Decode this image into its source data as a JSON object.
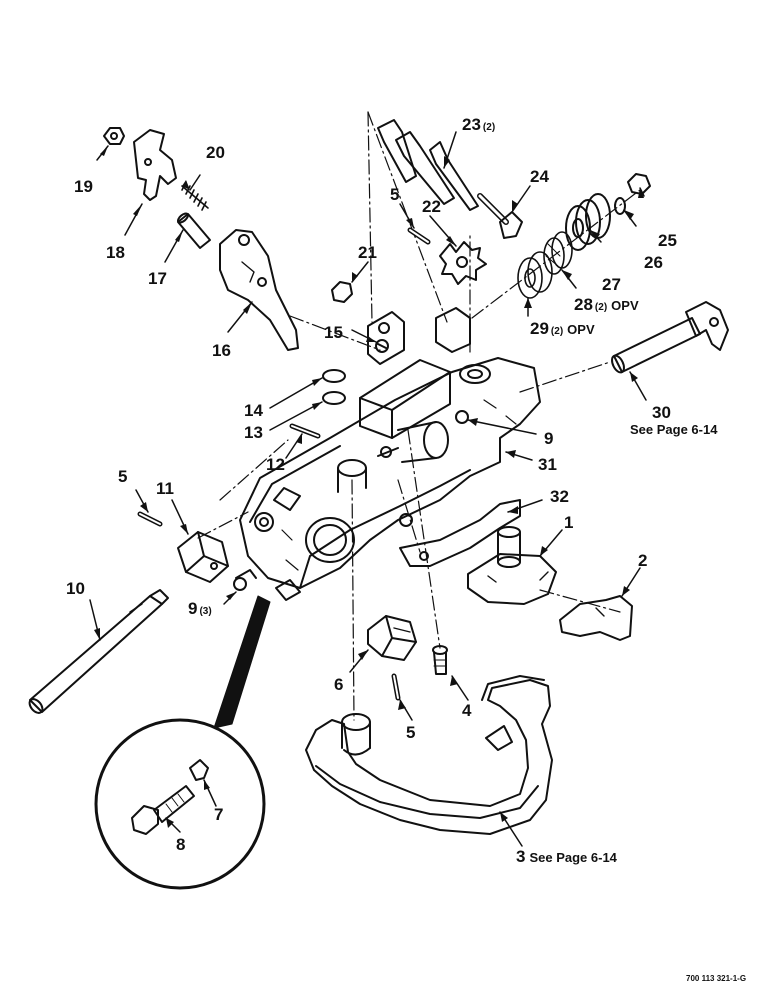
{
  "callouts": [
    {
      "id": "c19",
      "num": "19",
      "qty": "",
      "note": ""
    },
    {
      "id": "c18",
      "num": "18",
      "qty": "",
      "note": ""
    },
    {
      "id": "c20",
      "num": "20",
      "qty": "",
      "note": ""
    },
    {
      "id": "c17",
      "num": "17",
      "qty": "",
      "note": ""
    },
    {
      "id": "c16",
      "num": "16",
      "qty": "",
      "note": ""
    },
    {
      "id": "c23",
      "num": "23",
      "qty": "(2)",
      "note": ""
    },
    {
      "id": "c24",
      "num": "24",
      "qty": "",
      "note": ""
    },
    {
      "id": "c5a",
      "num": "5",
      "qty": "",
      "note": ""
    },
    {
      "id": "c22",
      "num": "22",
      "qty": "",
      "note": ""
    },
    {
      "id": "c21",
      "num": "21",
      "qty": "",
      "note": ""
    },
    {
      "id": "c25",
      "num": "25",
      "qty": "",
      "note": ""
    },
    {
      "id": "c26",
      "num": "26",
      "qty": "",
      "note": ""
    },
    {
      "id": "c27",
      "num": "27",
      "qty": "",
      "note": ""
    },
    {
      "id": "c28",
      "num": "28",
      "qty": "(2)",
      "note": "OPV"
    },
    {
      "id": "c29",
      "num": "29",
      "qty": "(2)",
      "note": "OPV"
    },
    {
      "id": "c15",
      "num": "15",
      "qty": "",
      "note": ""
    },
    {
      "id": "c30",
      "num": "30",
      "qty": "",
      "note": ""
    },
    {
      "id": "c14",
      "num": "14",
      "qty": "",
      "note": ""
    },
    {
      "id": "c13",
      "num": "13",
      "qty": "",
      "note": ""
    },
    {
      "id": "c9a",
      "num": "9",
      "qty": "",
      "note": ""
    },
    {
      "id": "c12",
      "num": "12",
      "qty": "",
      "note": ""
    },
    {
      "id": "c31",
      "num": "31",
      "qty": "",
      "note": ""
    },
    {
      "id": "c5b",
      "num": "5",
      "qty": "",
      "note": ""
    },
    {
      "id": "c11",
      "num": "11",
      "qty": "",
      "note": ""
    },
    {
      "id": "c32",
      "num": "32",
      "qty": "",
      "note": ""
    },
    {
      "id": "c1",
      "num": "1",
      "qty": "",
      "note": ""
    },
    {
      "id": "c10",
      "num": "10",
      "qty": "",
      "note": ""
    },
    {
      "id": "c2",
      "num": "2",
      "qty": "",
      "note": ""
    },
    {
      "id": "c9b",
      "num": "9",
      "qty": "(3)",
      "note": ""
    },
    {
      "id": "c6",
      "num": "6",
      "qty": "",
      "note": ""
    },
    {
      "id": "c4",
      "num": "4",
      "qty": "",
      "note": ""
    },
    {
      "id": "c5c",
      "num": "5",
      "qty": "",
      "note": ""
    },
    {
      "id": "c7",
      "num": "7",
      "qty": "",
      "note": ""
    },
    {
      "id": "c8",
      "num": "8",
      "qty": "",
      "note": ""
    },
    {
      "id": "c3",
      "num": "3",
      "qty": "",
      "note": "See Page 6-14"
    }
  ],
  "notes": {
    "c30_ref": "See Page 6-14"
  },
  "drawing_code": "700 113 321-1-G"
}
